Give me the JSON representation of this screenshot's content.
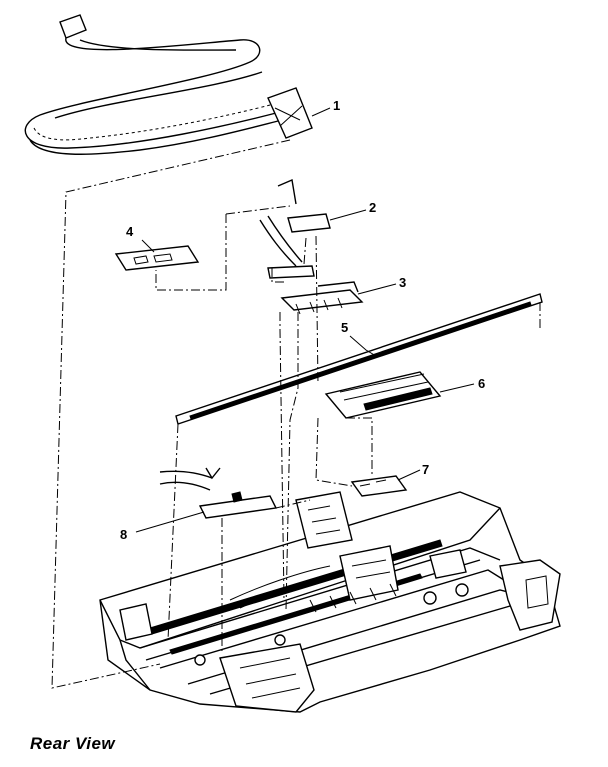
{
  "caption": "Rear View",
  "callouts": [
    {
      "id": "1",
      "label": "1"
    },
    {
      "id": "2",
      "label": "2"
    },
    {
      "id": "3",
      "label": "3"
    },
    {
      "id": "4",
      "label": "4"
    },
    {
      "id": "5",
      "label": "5"
    },
    {
      "id": "6",
      "label": "6"
    },
    {
      "id": "7",
      "label": "7"
    },
    {
      "id": "8",
      "label": "8"
    }
  ]
}
